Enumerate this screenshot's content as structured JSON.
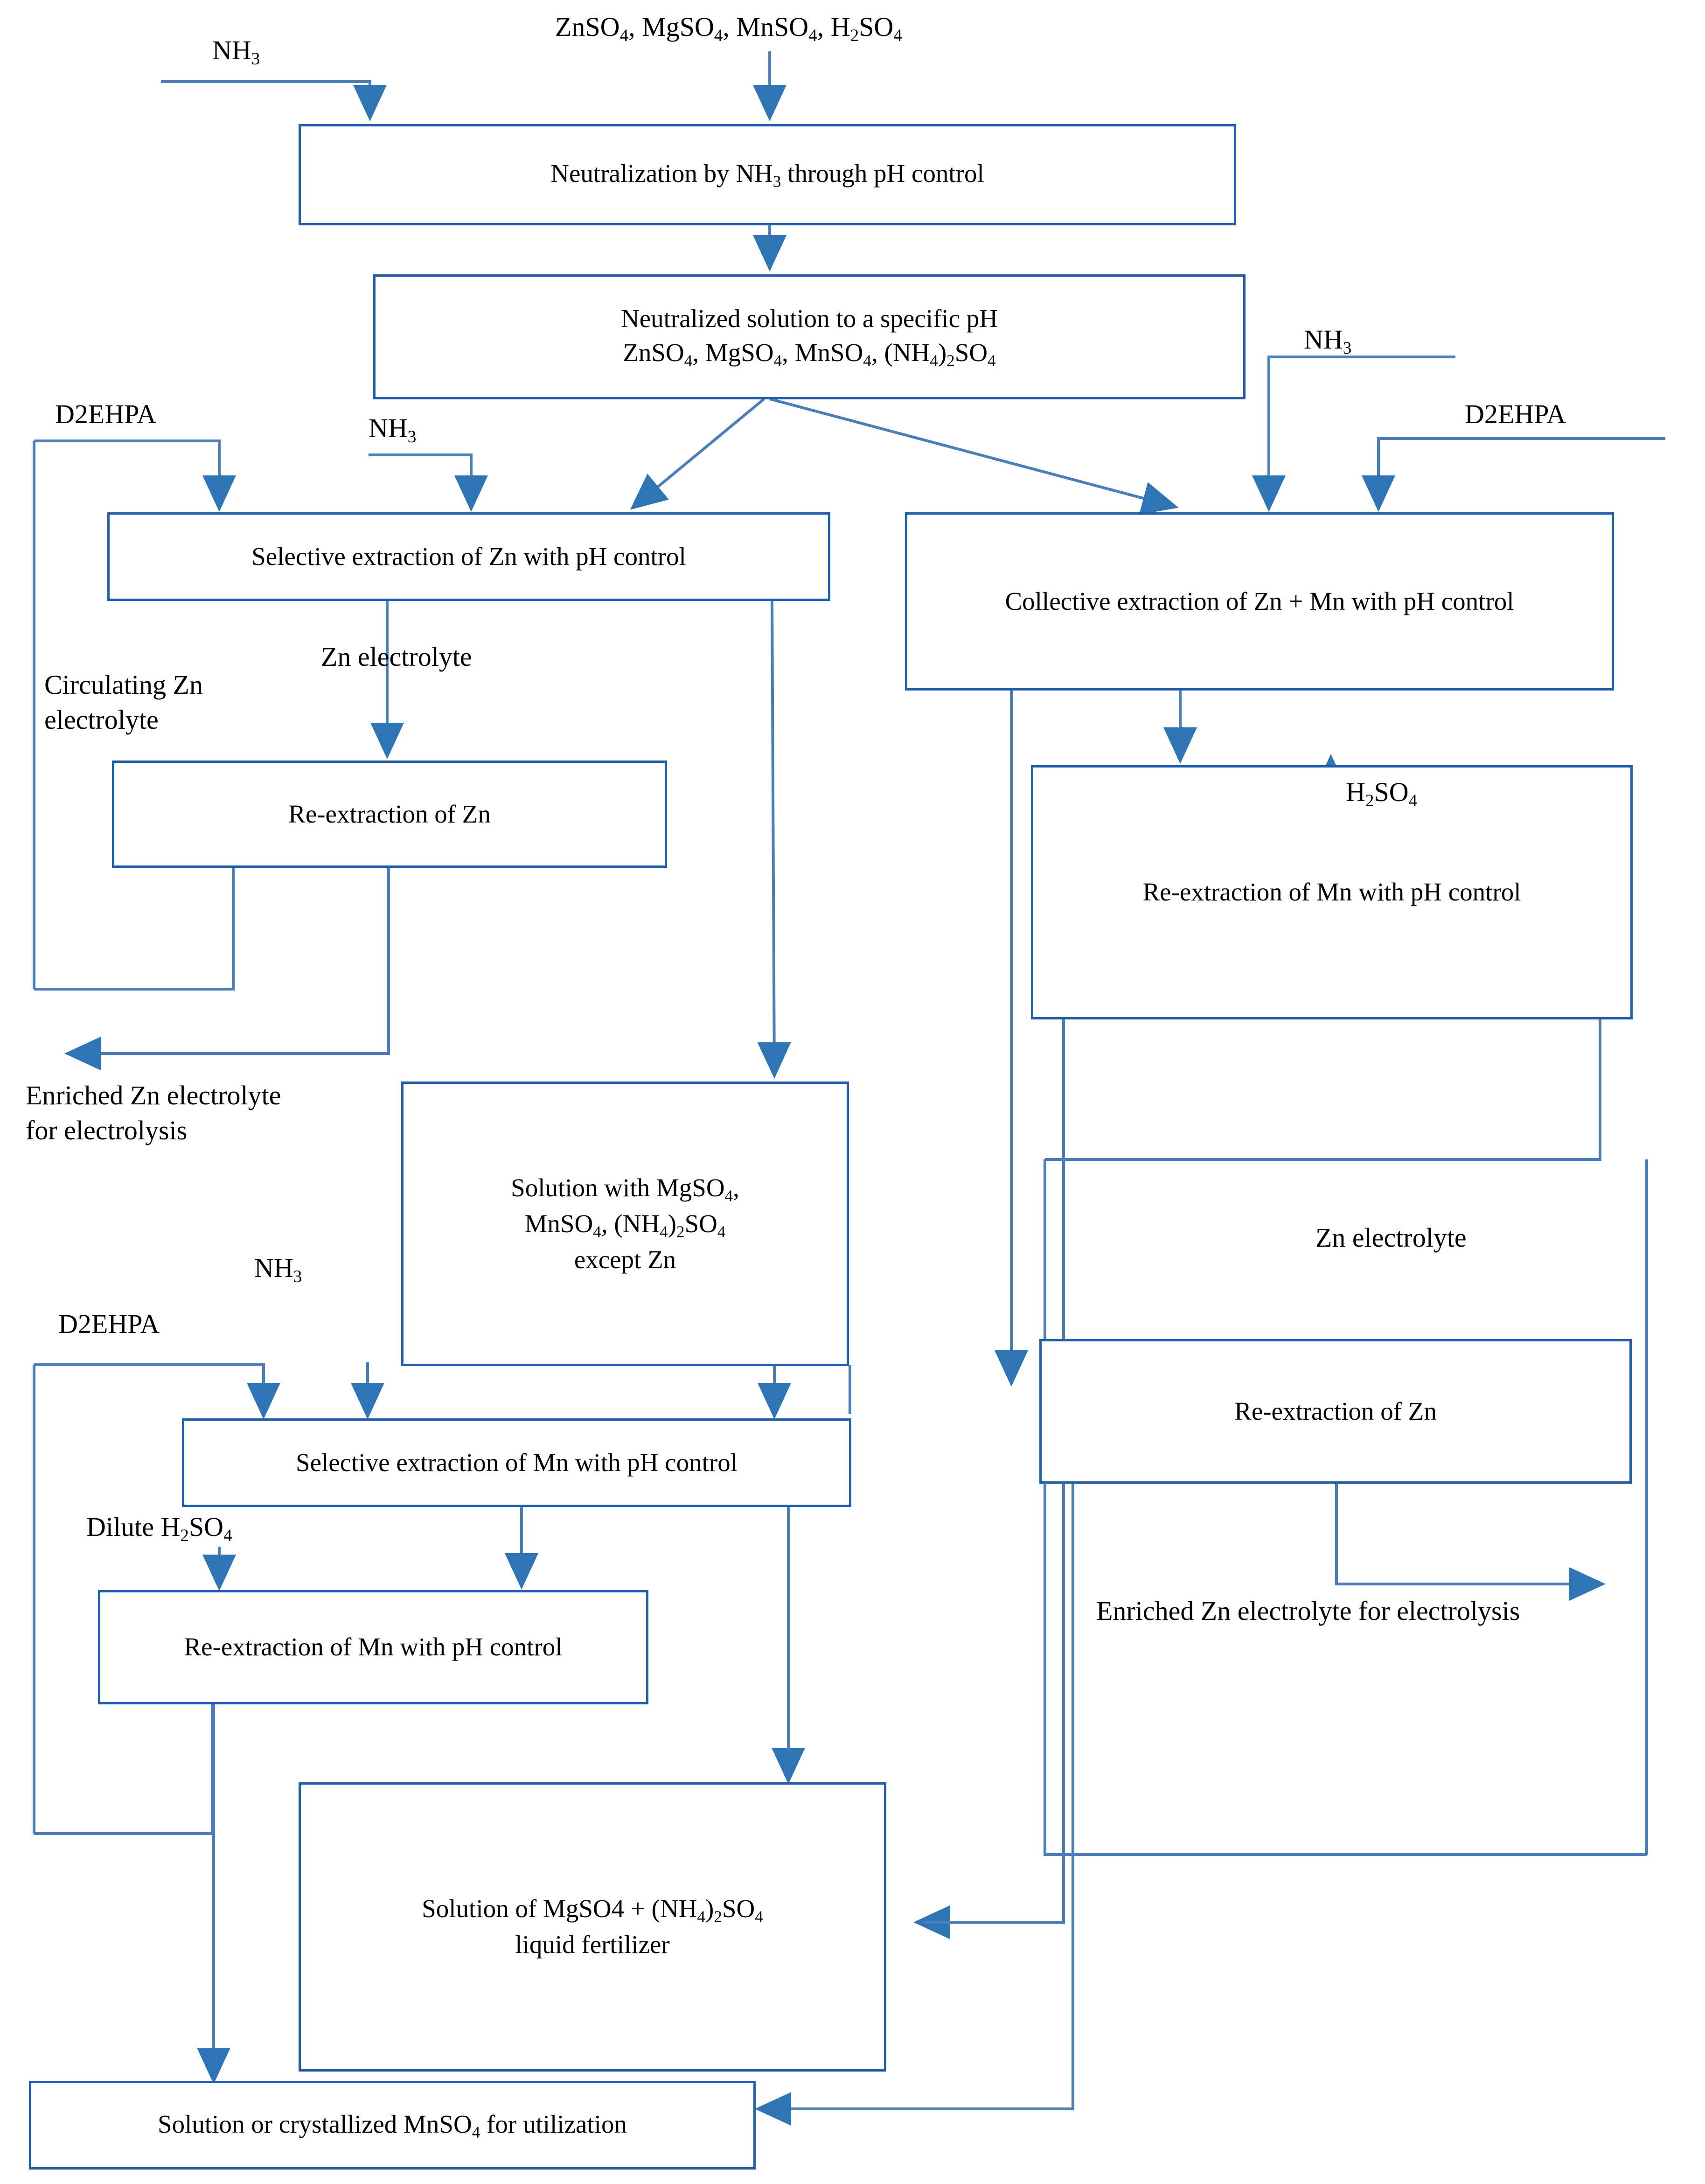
{
  "diagram": {
    "title": "Hydrometallurgical Zn and Mn solvent-extraction flowsheet",
    "colors": {
      "box_border": "#1F5FAD",
      "connector": "#4A7EBB",
      "arrow_head": "#2E75B6",
      "text": "#000000",
      "background": "#FFFFFF"
    }
  },
  "nodes": [
    {
      "id": "neutralization",
      "text": "Neutralization by NH<sub>3</sub> through  pH control"
    },
    {
      "id": "neutralized-solution",
      "text": "Neutralized solution to a specific  pH<br>ZnSO<sub>4</sub>, MgSO<sub>4</sub>, MnSO<sub>4</sub>, (NH<sub>4</sub>)<sub>2</sub>SO<sub>4</sub>"
    },
    {
      "id": "selective-zn",
      "text": "Selective extraction of Zn with pH control"
    },
    {
      "id": "collective-zn-mn",
      "text": "Collective extraction of Zn + Mn with pH control"
    },
    {
      "id": "re-extraction-zn-left",
      "text": "Re-extraction of Zn"
    },
    {
      "id": "solution-except-zn",
      "text": "Solution  with MgSO<sub>4</sub>,<br>MnSO<sub>4</sub>, (NH<sub>4</sub>)<sub>2</sub>SO<sub>4</sub><br>except Zn"
    },
    {
      "id": "re-extraction-mn-right",
      "text": "Re-extraction of Mn with pH control"
    },
    {
      "id": "re-extraction-zn-right",
      "text": "Re-extraction of  Zn"
    },
    {
      "id": "selective-mn",
      "text": "Selective extraction  of Mn with pH control"
    },
    {
      "id": "re-extraction-mn-left",
      "text": "Re-extraction of Mn  with pH control"
    },
    {
      "id": "fertilizer",
      "text": "Solution of MgSO4 + (NH<sub>4</sub>)<sub>2</sub>SO<sub>4</sub><br>liquid  fertilizer"
    },
    {
      "id": "mnso4-utilization",
      "text": "Solution or crystallized  MnSO<sub>4</sub> for utilization"
    }
  ],
  "labels": [
    {
      "id": "feed-stream",
      "text": "ZnSO<sub>4</sub>, MgSO<sub>4</sub>, MnSO<sub>4</sub>, H<sub>2</sub>SO<sub>4</sub>"
    },
    {
      "id": "nh3-top",
      "text": "NH<sub>3</sub>"
    },
    {
      "id": "nh3-right",
      "text": "NH<sub>3</sub>"
    },
    {
      "id": "d2ehpa-left-top",
      "text": "D2EHPA"
    },
    {
      "id": "nh3-left",
      "text": "NH<sub>3</sub>"
    },
    {
      "id": "d2ehpa-right-top",
      "text": "D2EHPA"
    },
    {
      "id": "zn-electrolyte-left",
      "text": "Zn electrolyte"
    },
    {
      "id": "circulating-zn-electrolyte",
      "text": "Circulating Zn\nelectrolyte"
    },
    {
      "id": "enriched-zn-left",
      "text": "Enriched Zn electrolyte\nfor electrolysis"
    },
    {
      "id": "h2so4-right",
      "text": "H<sub>2</sub>SO<sub>4</sub>"
    },
    {
      "id": "zn-electrolyte-right",
      "text": "Zn electrolyte"
    },
    {
      "id": "nh3-mid-left",
      "text": "NH<sub>3</sub>"
    },
    {
      "id": "d2ehpa-left-bottom",
      "text": "D2EHPA"
    },
    {
      "id": "dilute-h2so4",
      "text": "Dilute H<sub>2</sub>SO<sub>4</sub>"
    },
    {
      "id": "enriched-zn-right",
      "text": "Enriched Zn electrolyte for electrolysis"
    }
  ]
}
